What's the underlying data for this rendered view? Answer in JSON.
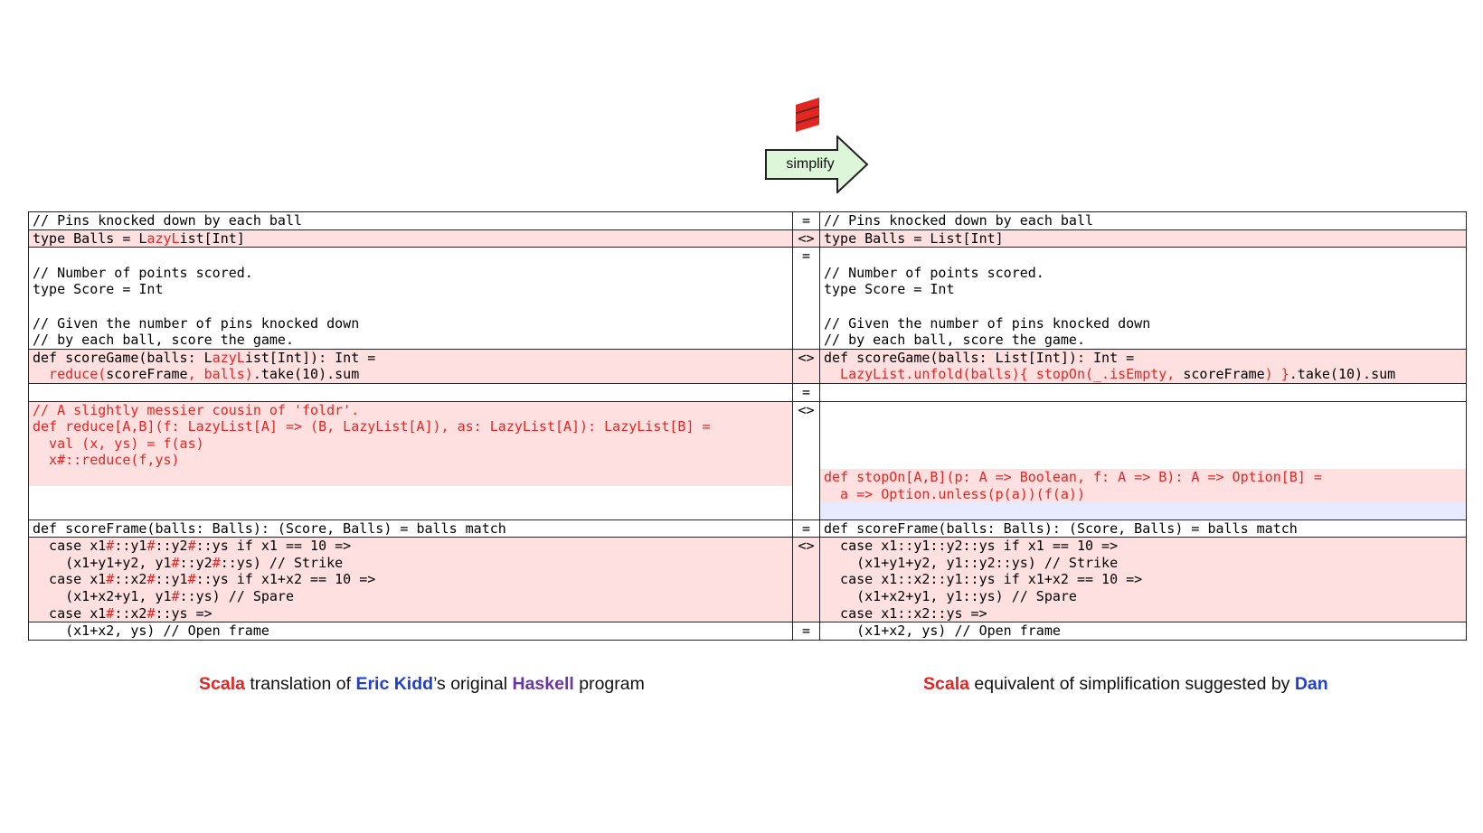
{
  "header": {
    "logo_icon": "scala-logo-icon",
    "arrow_label": "simplify"
  },
  "colors": {
    "diff_bg": "#ffe0e0",
    "highlight_text": "#e8231f",
    "eric_kidd": "#1f3fd4",
    "haskell": "#6a35a8",
    "dan": "#1f3fd4"
  },
  "diff": {
    "r1": {
      "left": "// Pins knocked down by each ball",
      "op": "=",
      "right": "// Pins knocked down by each ball"
    },
    "r2": {
      "left_a": "type Balls = L",
      "left_b": "azyL",
      "left_c": "ist[Int]",
      "op": "<>",
      "right": "type Balls = List[Int]"
    },
    "r3": {
      "op": "=",
      "left": [
        "",
        "// Number of points scored.",
        "type Score = Int",
        "",
        "// Given the number of pins knocked down",
        "// by each ball, score the game."
      ],
      "right": [
        "",
        "// Number of points scored.",
        "type Score = Int",
        "",
        "// Given the number of pins knocked down",
        "// by each ball, score the game."
      ]
    },
    "r4": {
      "op": "<>",
      "left1_a": "def scoreGame(balls: L",
      "left1_b": "azyL",
      "left1_c": "ist[Int]): Int =",
      "left2_a": "  reduce(",
      "left2_b": "scoreFrame",
      "left2_c": ", balls)",
      "left2_d": ".take(10).sum",
      "right1": "def scoreGame(balls: List[Int]): Int =",
      "right2_a": "  LazyList.unfold(balls){ stopOn(_.isEmpty, ",
      "right2_b": "scoreFrame",
      "right2_c": ") }",
      "right2_d": ".take(10).sum"
    },
    "r5": {
      "op": "="
    },
    "r6": {
      "op": "<>",
      "left": [
        "// A slightly messier cousin of 'foldr'.",
        "def reduce[A,B](f: LazyList[A] => (B, LazyList[A]), as: LazyList[A]): LazyList[B] =",
        "  val (x, ys) = f(as)",
        "  x#::reduce(f,ys)"
      ],
      "right": [
        "def stopOn[A,B](p: A => Boolean, f: A => B): A => Option[B] =",
        "  a => Option.unless(p(a))(f(a))"
      ]
    },
    "r7": {
      "left": "def scoreFrame(balls: Balls): (Score, Balls) = balls match",
      "op": "=",
      "right": "def scoreFrame(balls: Balls): (Score, Balls) = balls match"
    },
    "r8": {
      "op": "<>",
      "left1": [
        "  case x1",
        "#",
        "::y1",
        "#",
        "::y2",
        "#",
        "::ys if x1 == 10 =>"
      ],
      "left2": [
        "    (x1+y1+y2, y1",
        "#",
        "::y2",
        "#",
        "::ys) // Strike"
      ],
      "left3": [
        "  case x1",
        "#",
        "::x2",
        "#",
        "::y1",
        "#",
        "::ys if x1+x2 == 10 =>"
      ],
      "left4": [
        "    (x1+x2+y1, y1",
        "#",
        "::ys) // Spare"
      ],
      "left5": [
        "  case x1",
        "#",
        "::x2",
        "#",
        "::ys =>"
      ],
      "right": [
        "  case x1::y1::y2::ys if x1 == 10 =>",
        "    (x1+y1+y2, y1::y2::ys) // Strike",
        "  case x1::x2::y1::ys if x1+x2 == 10 =>",
        "    (x1+x2+y1, y1::ys) // Spare",
        "  case x1::x2::ys =>"
      ]
    },
    "r9": {
      "left": "    (x1+x2, ys) // Open frame",
      "op": "=",
      "right": "    (x1+x2, ys) // Open frame"
    }
  },
  "captions": {
    "left": {
      "scala": "Scala",
      "t1": " translation of ",
      "eric": "Eric Kidd",
      "t2": "’s original ",
      "haskell": "Haskell",
      "t3": " program"
    },
    "right": {
      "scala": "Scala",
      "t1": " equivalent of simplification suggested by ",
      "dan": "Dan"
    }
  }
}
